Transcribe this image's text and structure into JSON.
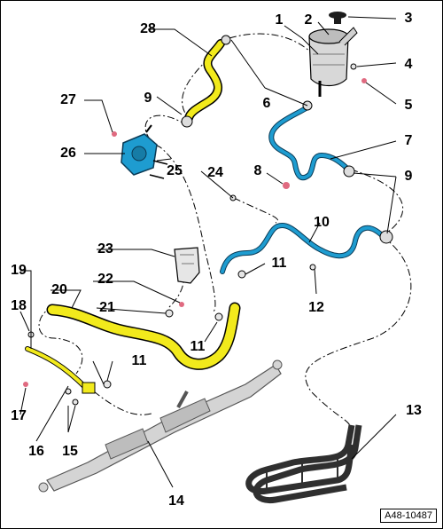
{
  "figure_id": "A48-10487",
  "colors": {
    "yellow_hose": "#f2ea1c",
    "blue_line": "#1e9cd0",
    "gray_part": "#c9c9c9",
    "dark_cooler": "#2f2f2f",
    "seal_pink": "#e06a80",
    "leader": "#000000"
  },
  "callouts": {
    "c1": "1",
    "c2": "2",
    "c3": "3",
    "c4": "4",
    "c5": "5",
    "c6": "6",
    "c7": "7",
    "c8": "8",
    "c9a": "9",
    "c9b": "9",
    "c10": "10",
    "c11a": "11",
    "c11b": "11",
    "c11c": "11",
    "c12": "12",
    "c13": "13",
    "c14": "14",
    "c15": "15",
    "c16": "16",
    "c17": "17",
    "c18": "18",
    "c19": "19",
    "c20": "20",
    "c21": "21",
    "c22": "22",
    "c23": "23",
    "c24": "24",
    "c25": "25",
    "c26": "26",
    "c27": "27",
    "c28": "28"
  }
}
